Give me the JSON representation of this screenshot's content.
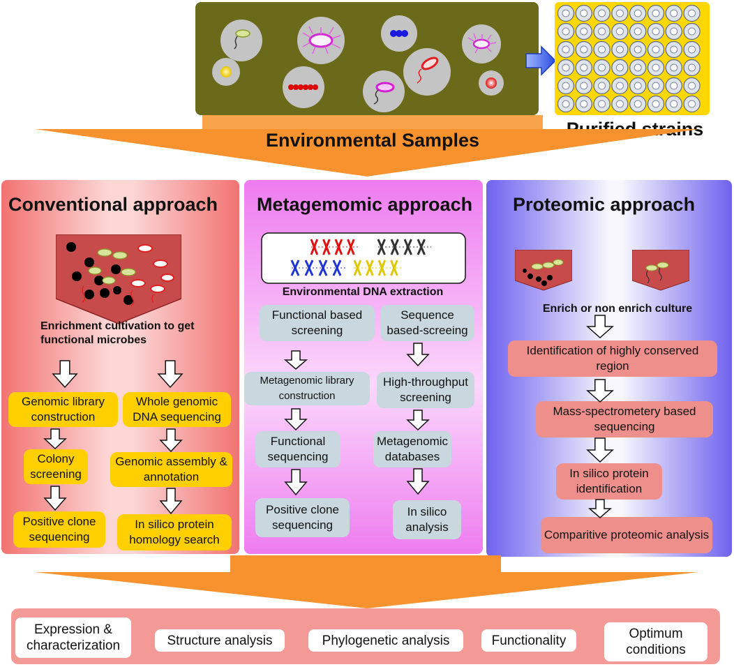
{
  "top": {
    "environmental_samples": "Environmental Samples",
    "purified_strains": "Purified strains"
  },
  "conventional": {
    "title": "Conventional approach",
    "caption": "Enrichment cultivation to get functional microbes",
    "genomic_library": "Genomic library construction",
    "whole_genomic": "Whole genomic DNA sequencing",
    "colony": "Colony screening",
    "assembly": "Genomic assembly & annotation",
    "positive_clone": "Positive clone sequencing",
    "homology": "In silico protein homology search"
  },
  "metagenomic": {
    "title": "Metagemomic approach",
    "dna_extraction": "Environmental DNA extraction",
    "functional_screening": "Functional based screening",
    "sequence_screening": "Sequence based-screeing",
    "library_construction": "Metagenomic library construction",
    "high_throughput": "High-throughput screening",
    "functional_sequencing": "Functional sequencing",
    "databases": "Metagenomic databases",
    "positive_clone": "Positive clone sequencing",
    "in_silico_analysis": "In silico analysis"
  },
  "proteomic": {
    "title": "Proteomic approach",
    "culture": "Enrich or non enrich culture",
    "identification": "Identification of highly conserved region",
    "mass_spec": "Mass-spectrometery based sequencing",
    "in_silico": "In silico protein identification",
    "comparative": "Comparitive proteomic analysis"
  },
  "bottom": {
    "expression": "Expression & characterization",
    "structure": "Structure analysis",
    "phylogenetic": "Phylogenetic analysis",
    "functionality": "Functionality",
    "optimum": "Optimum conditions"
  },
  "colors": {
    "sample_bg": "#6b6a1a",
    "funnel": "#f7922e",
    "conventional_bg": "#f47a77",
    "metagenomic_bg": "#ee7cf0",
    "proteomic_bg": "#7f6ff0",
    "yellow_box": "#ffcf00",
    "grey_box": "#c9d7df",
    "pink_box": "#ef8f8c"
  }
}
